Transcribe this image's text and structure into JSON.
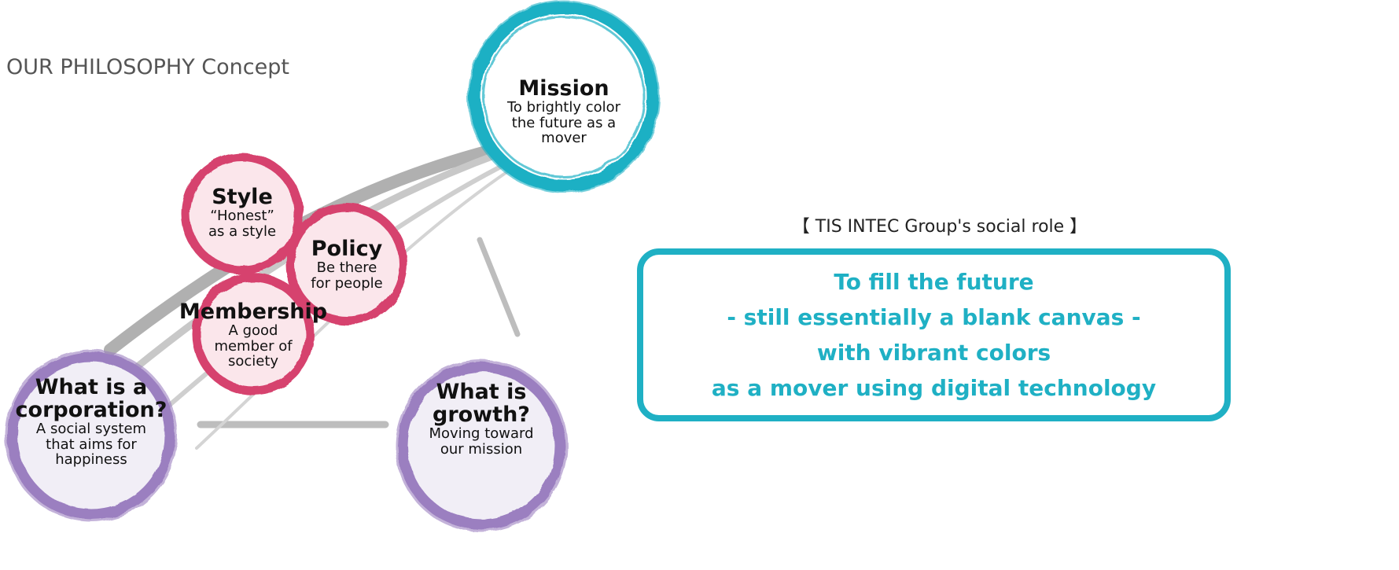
{
  "page": {
    "title": "OUR PHILOSOPHY Concept"
  },
  "diagram": {
    "nodes": [
      {
        "id": "mission",
        "title": "Mission",
        "lines": [
          "To brightly color",
          "the future as a",
          "mover"
        ],
        "color": "#1fb0c4"
      },
      {
        "id": "style",
        "title": "Style",
        "lines": [
          "“Honest”",
          "as a style"
        ],
        "color": "#d6436e"
      },
      {
        "id": "policy",
        "title": "Policy",
        "lines": [
          "Be there",
          "for people"
        ],
        "color": "#d6436e"
      },
      {
        "id": "membership",
        "title": "Membership",
        "lines": [
          "A good",
          "member of",
          "society"
        ],
        "color": "#d6436e"
      },
      {
        "id": "corporation",
        "title_lines": [
          "What is a",
          "corporation?"
        ],
        "lines": [
          "A social system",
          "that aims for",
          "happiness"
        ],
        "color": "#9b7fc0"
      },
      {
        "id": "growth",
        "title_lines": [
          "What is",
          "growth?"
        ],
        "lines": [
          "Moving toward",
          "our mission"
        ],
        "color": "#9b7fc0"
      }
    ],
    "connector_color": "#b5b5b5"
  },
  "social_role": {
    "heading": "【 TIS INTEC Group's social role 】",
    "lines": [
      "To fill the future",
      "- still essentially a blank canvas -",
      "with vibrant colors",
      "as a mover using digital technology"
    ],
    "color": "#1fb0c4"
  }
}
